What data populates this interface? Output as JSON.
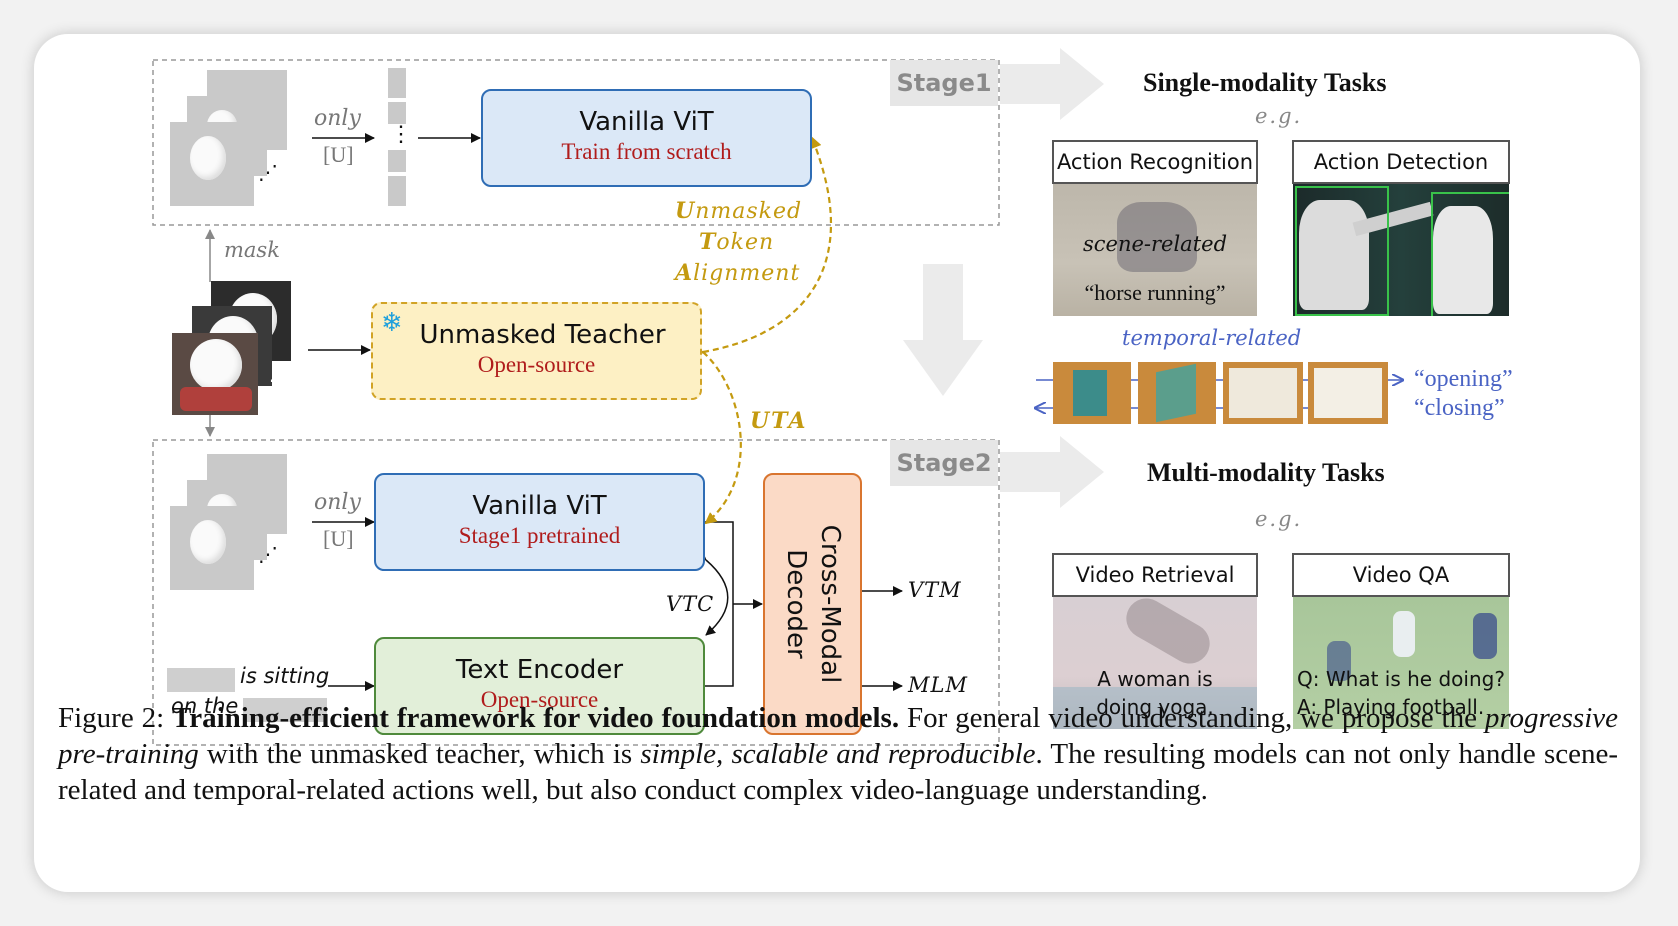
{
  "stage1": {
    "label": "Stage1",
    "only": "only",
    "u": "[U]",
    "mask": "mask",
    "vit_title": "Vanilla ViT",
    "vit_sub": "Train from scratch",
    "alignment": [
      "Unmasked",
      "Token",
      "Alignment"
    ],
    "alignment_initials": [
      "U",
      "T",
      "A"
    ]
  },
  "teacher": {
    "title": "Unmasked Teacher",
    "sub": "Open-source",
    "uta": "UTA"
  },
  "stage2": {
    "label": "Stage2",
    "only": "only",
    "u": "[U]",
    "vit_title": "Vanilla ViT",
    "vit_sub": "Stage1 pretrained",
    "text_title": "Text Encoder",
    "text_sub": "Open-source",
    "decoder": "Cross-Modal Decoder",
    "vtc": "VTC",
    "vtm": "VTM",
    "mlm": "MLM",
    "text_line1": "is sitting",
    "text_line2": "on the"
  },
  "single": {
    "title": "Single-modality Tasks",
    "eg": "e.g.",
    "action_recognition": "Action Recognition",
    "action_detection": "Action Detection",
    "scene_related": "scene-related",
    "horse_running": "“horse running”",
    "temporal_related": "temporal-related",
    "opening": "“opening”",
    "closing": "“closing”"
  },
  "multi": {
    "title": "Multi-modality Tasks",
    "eg": "e.g.",
    "video_retrieval": "Video Retrieval",
    "video_qa": "Video QA",
    "retrieval_text1": "A woman is",
    "retrieval_text2": "doing yoga.",
    "qa_q": "Q: What is he doing?",
    "qa_a": "A: Playing football."
  },
  "caption": {
    "prefix": "Figure 2:",
    "bold": "Training-efficient framework for video foundation models.",
    "p1": "For general video understanding, we propose the",
    "italic1": "progressive pre-training",
    "p2": "with the unmasked teacher, which is",
    "italic2": "simple, scalable and reproducible",
    "p3": ". The resulting models can not only handle scene-related and temporal-related actions well, but also conduct complex video-language understanding."
  },
  "colors": {
    "vit_fill": "#dbe8f7",
    "vit_border": "#2f6db5",
    "teacher_fill": "#fdf0c4",
    "teacher_border": "#d1a326",
    "text_fill": "#e2efd9",
    "text_border": "#4f8a3c",
    "decoder_fill": "#fbdac6",
    "decoder_border": "#d9752f",
    "gold": "#c49a10",
    "red": "#b01c1c",
    "blue": "#4a63c4"
  }
}
